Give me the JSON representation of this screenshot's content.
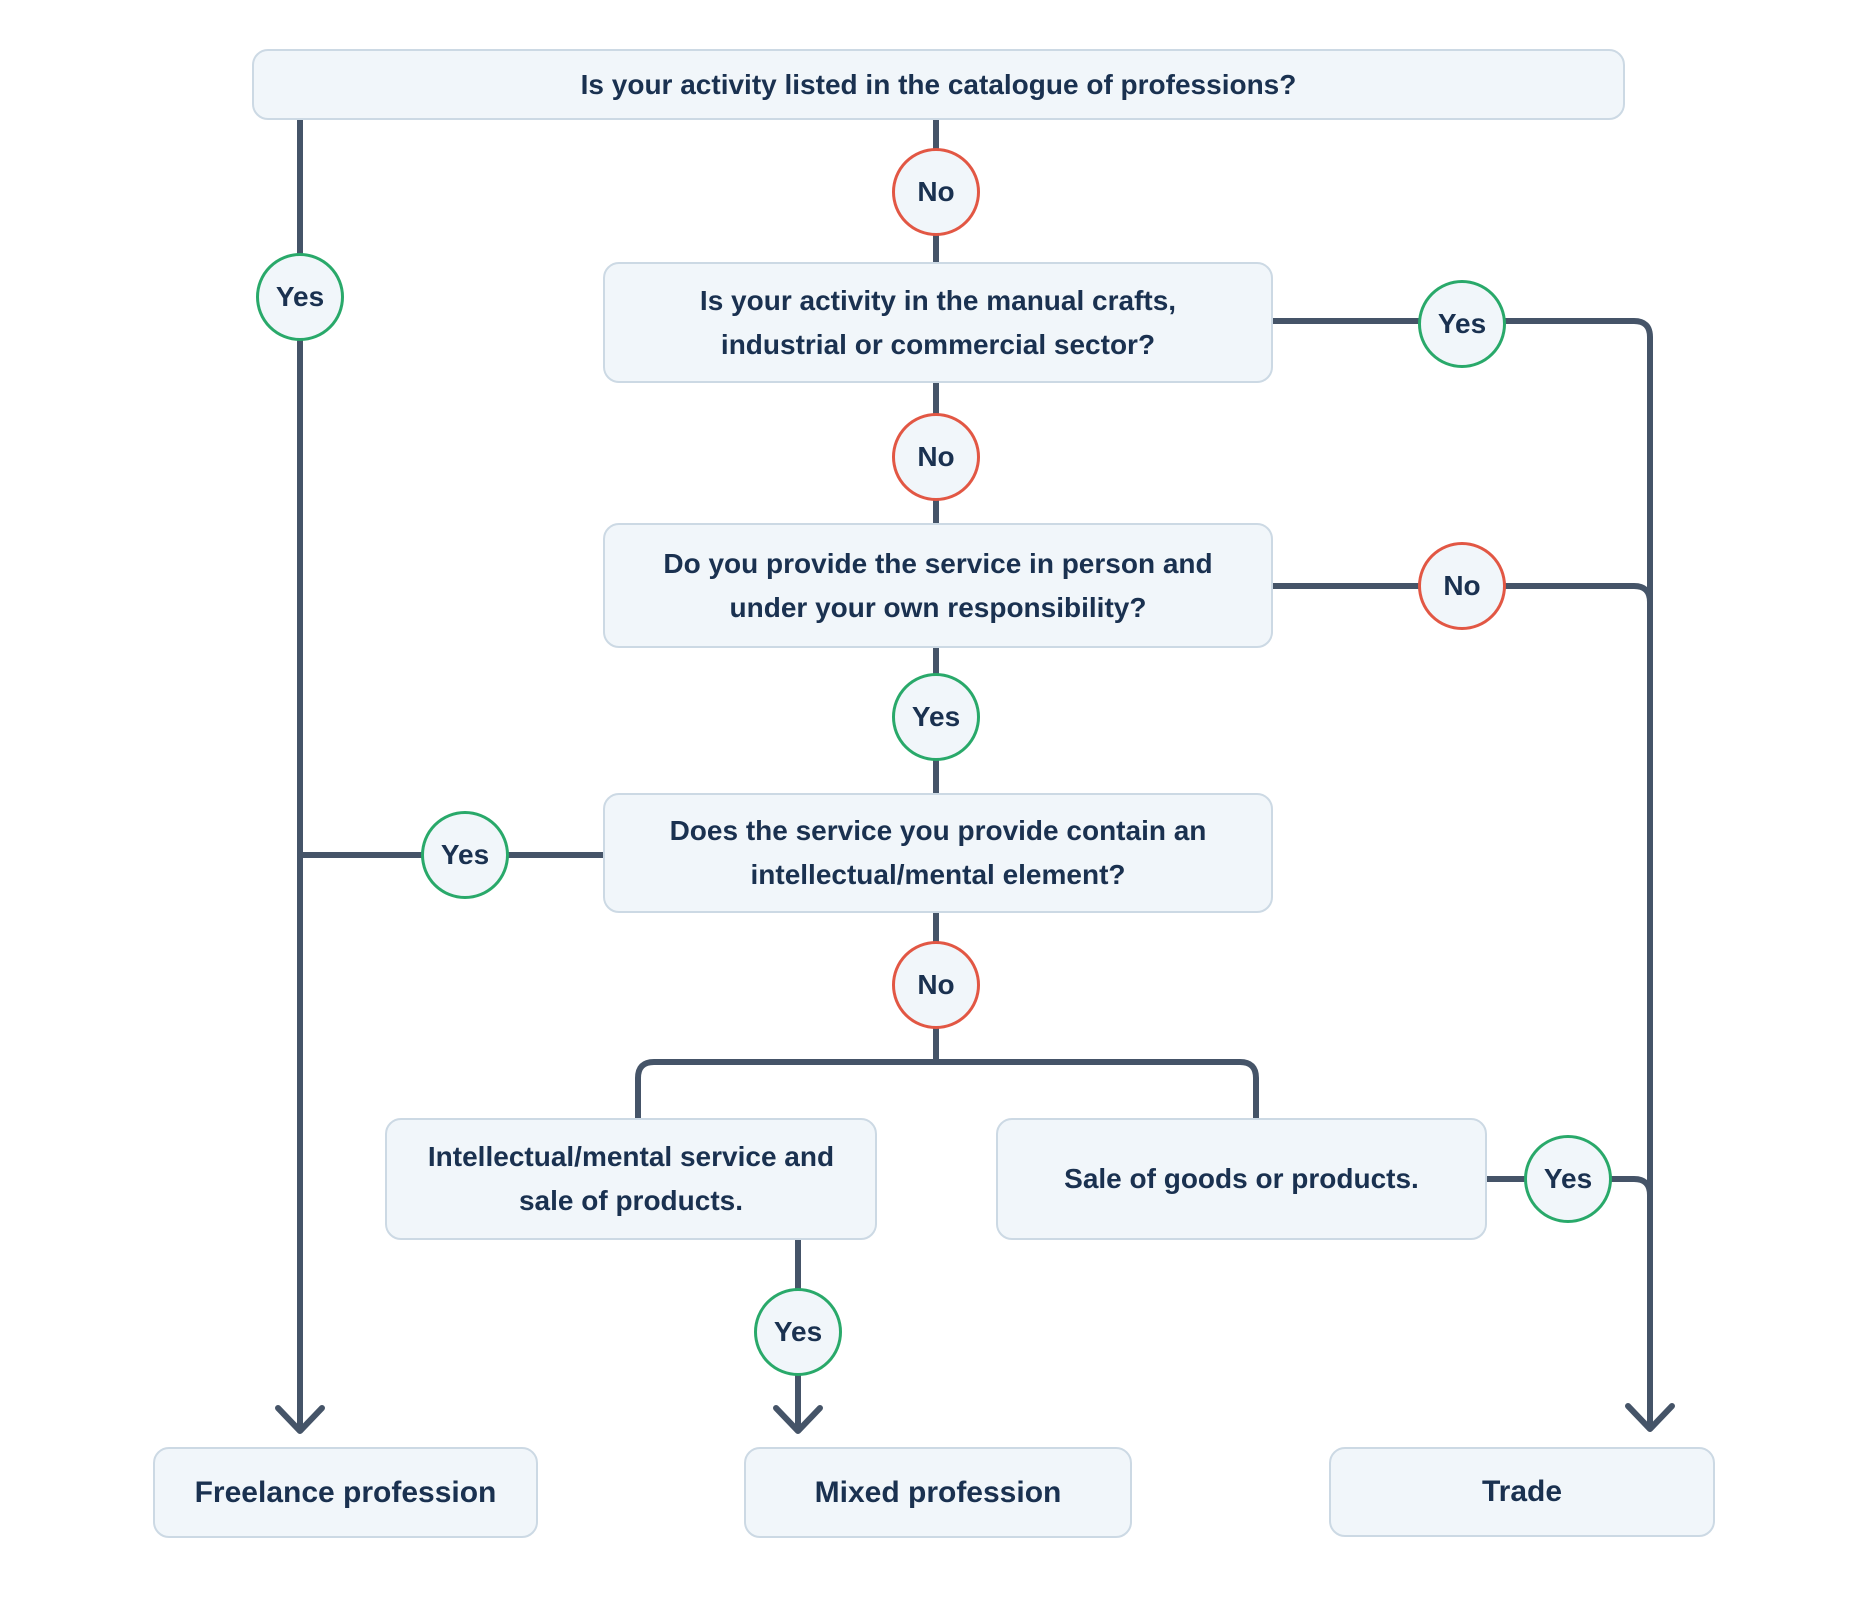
{
  "diagram": {
    "questions": {
      "q1": {
        "lines": [
          "Is your activity listed in the catalogue of professions?"
        ]
      },
      "q2": {
        "lines": [
          "Is your activity in the manual crafts,",
          "industrial or commercial sector?"
        ]
      },
      "q3": {
        "lines": [
          "Do you provide the service in person and",
          "under your own responsibility?"
        ]
      },
      "q4": {
        "lines": [
          "Does the service you provide contain an",
          "intellectual/mental element?"
        ]
      }
    },
    "branches": {
      "intellectual": {
        "lines": [
          "Intellectual/mental service and",
          "sale of products."
        ]
      },
      "sale": {
        "lines": [
          "Sale of goods or products."
        ]
      }
    },
    "outcomes": {
      "freelance": {
        "label": "Freelance profession"
      },
      "mixed": {
        "label": "Mixed profession"
      },
      "trade": {
        "label": "Trade"
      }
    },
    "badges": {
      "q1_yes": {
        "label": "Yes",
        "type": "yes"
      },
      "q1_no": {
        "label": "No",
        "type": "no"
      },
      "q2_yes": {
        "label": "Yes",
        "type": "yes"
      },
      "q2_no": {
        "label": "No",
        "type": "no"
      },
      "q3_no": {
        "label": "No",
        "type": "no"
      },
      "q3_yes": {
        "label": "Yes",
        "type": "yes"
      },
      "q4_yes": {
        "label": "Yes",
        "type": "yes"
      },
      "q4_no": {
        "label": "No",
        "type": "no"
      },
      "intellectual_yes": {
        "label": "Yes",
        "type": "yes"
      },
      "sale_yes": {
        "label": "Yes",
        "type": "yes"
      }
    },
    "colors": {
      "line": "#455468",
      "node_fill": "#f1f6fa",
      "node_border": "#ccd9e4",
      "text": "#1a3150",
      "yes_green": "#29a96a",
      "no_red": "#e25744"
    }
  }
}
